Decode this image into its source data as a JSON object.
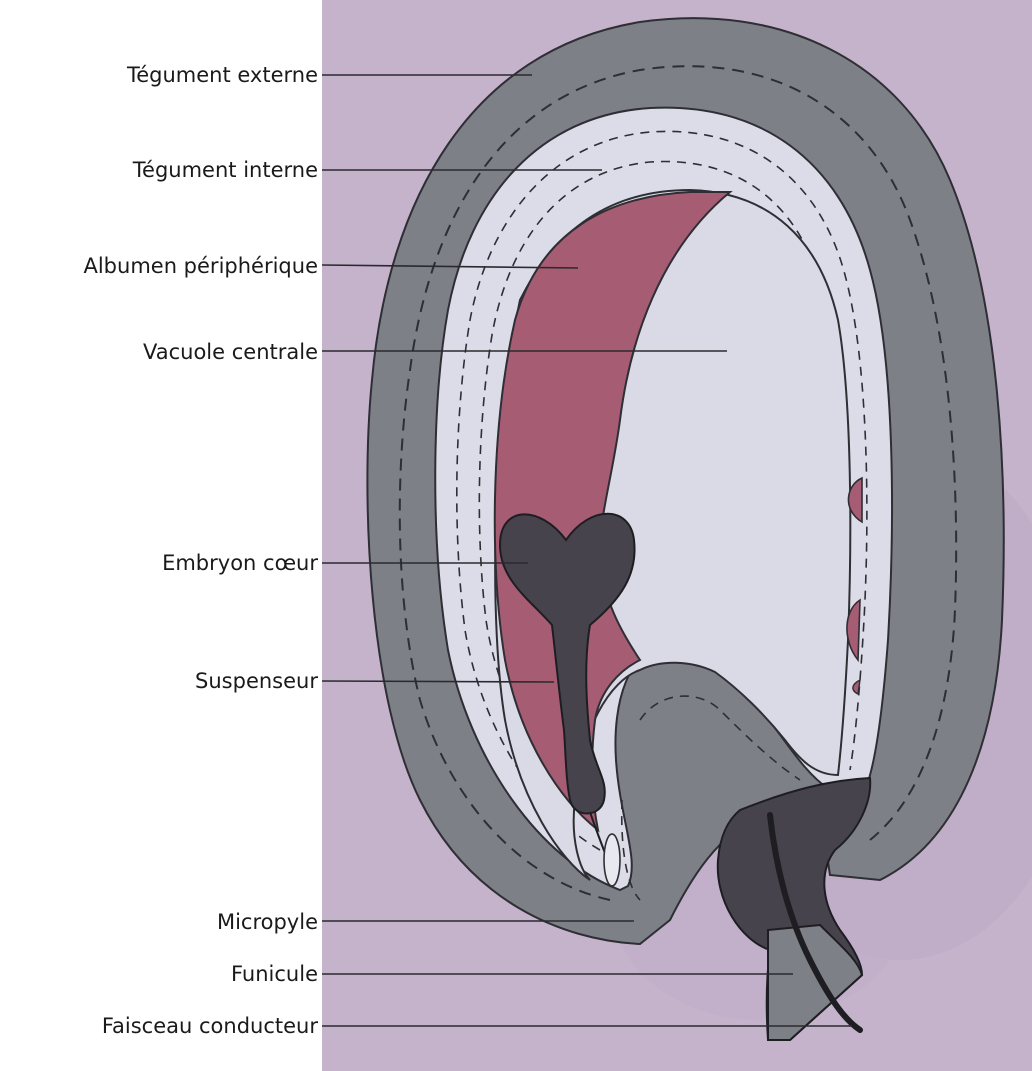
{
  "diagram": {
    "labels": [
      {
        "key": "tegument-externe",
        "text": "Tégument externe"
      },
      {
        "key": "tegument-interne",
        "text": "Tégument interne"
      },
      {
        "key": "albumen",
        "text": "Albumen périphérique"
      },
      {
        "key": "vacuole",
        "text": "Vacuole centrale"
      },
      {
        "key": "embryon",
        "text": "Embryon cœur"
      },
      {
        "key": "suspenseur",
        "text": "Suspenseur"
      },
      {
        "key": "micropyle",
        "text": "Micropyle"
      },
      {
        "key": "funicule",
        "text": "Funicule"
      },
      {
        "key": "faisceau",
        "text": "Faisceau conducteur"
      }
    ],
    "colors": {
      "background": "#c5b3cc",
      "outer_integument": "#7e8088",
      "inner_integument": "#dcdce8",
      "albumen": "#a65c73",
      "vacuole": "#d9dae6",
      "embryo": "#46434c",
      "leader_line": "#2a2a2e"
    }
  }
}
